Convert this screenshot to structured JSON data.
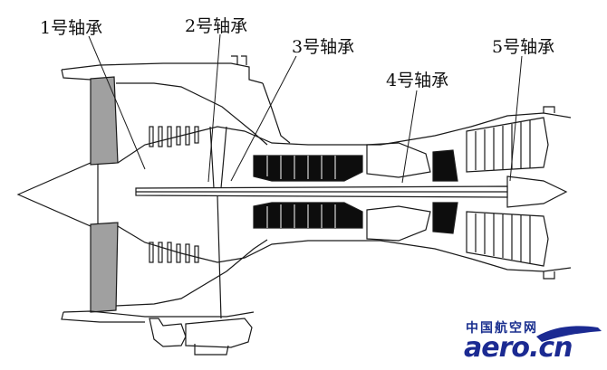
{
  "labels": {
    "bearing1": "1号轴承",
    "bearing2": "2号轴承",
    "bearing3": "3号轴承",
    "bearing4": "4号轴承",
    "bearing5": "5号轴承"
  },
  "watermark": {
    "cn": "中国航空网",
    "en": "aero.cn"
  },
  "colors": {
    "line": "#1a1a1a",
    "fill_dark": "#0d0d0d",
    "fill_gray": "#9a9a9a",
    "watermark_blue": "#1b2a92"
  }
}
